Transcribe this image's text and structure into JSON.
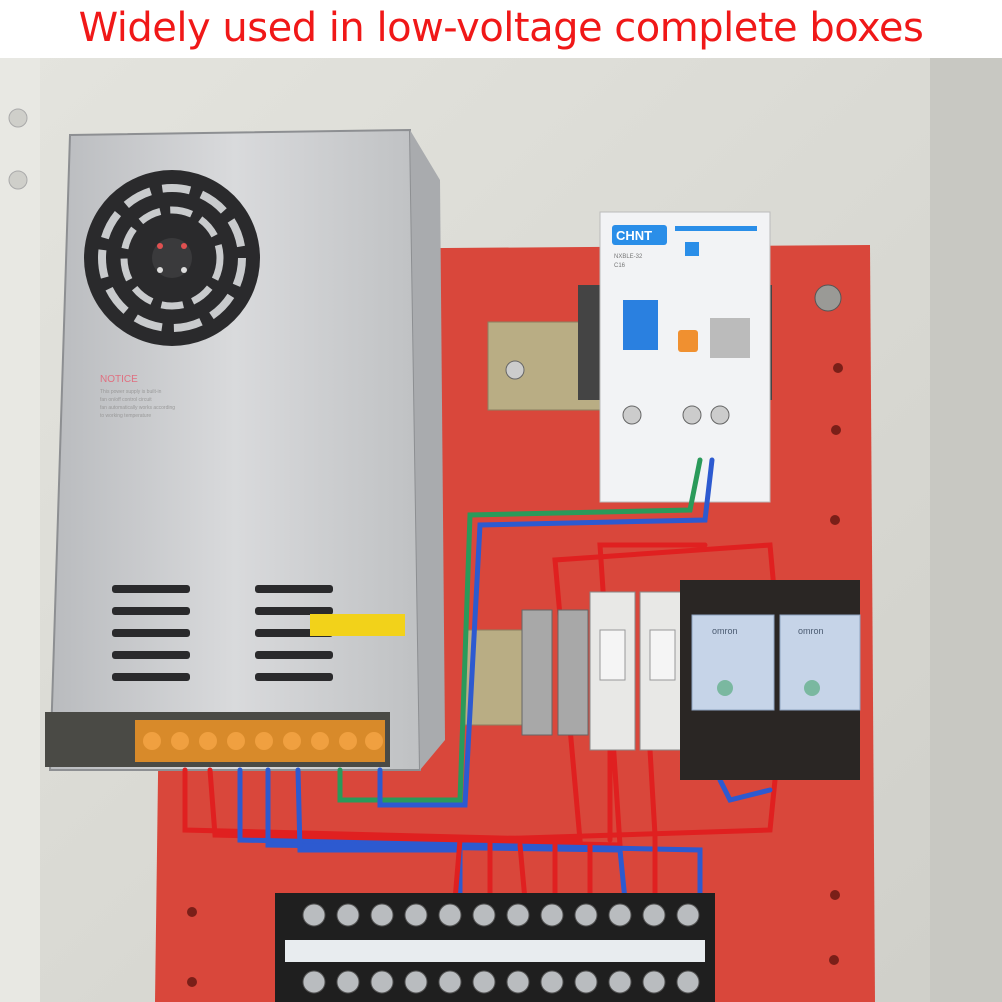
{
  "caption": "Widely used in low-voltage complete boxes",
  "power_supply": {
    "notice_title": "NOTICE",
    "notice_lines": [
      "This power supply is built-in",
      "fan on/off control circuit",
      "fan automatically works according",
      "to working temperature"
    ]
  },
  "breaker": {
    "brand": "CHNT",
    "model": "NXBLE-32",
    "rating": "C16"
  },
  "relays": {
    "brand": "omron"
  },
  "colors": {
    "caption": "#f01818",
    "plate": "#d9473b",
    "enclosure": "#dcdcd6",
    "psu": "#c9cbcd"
  }
}
